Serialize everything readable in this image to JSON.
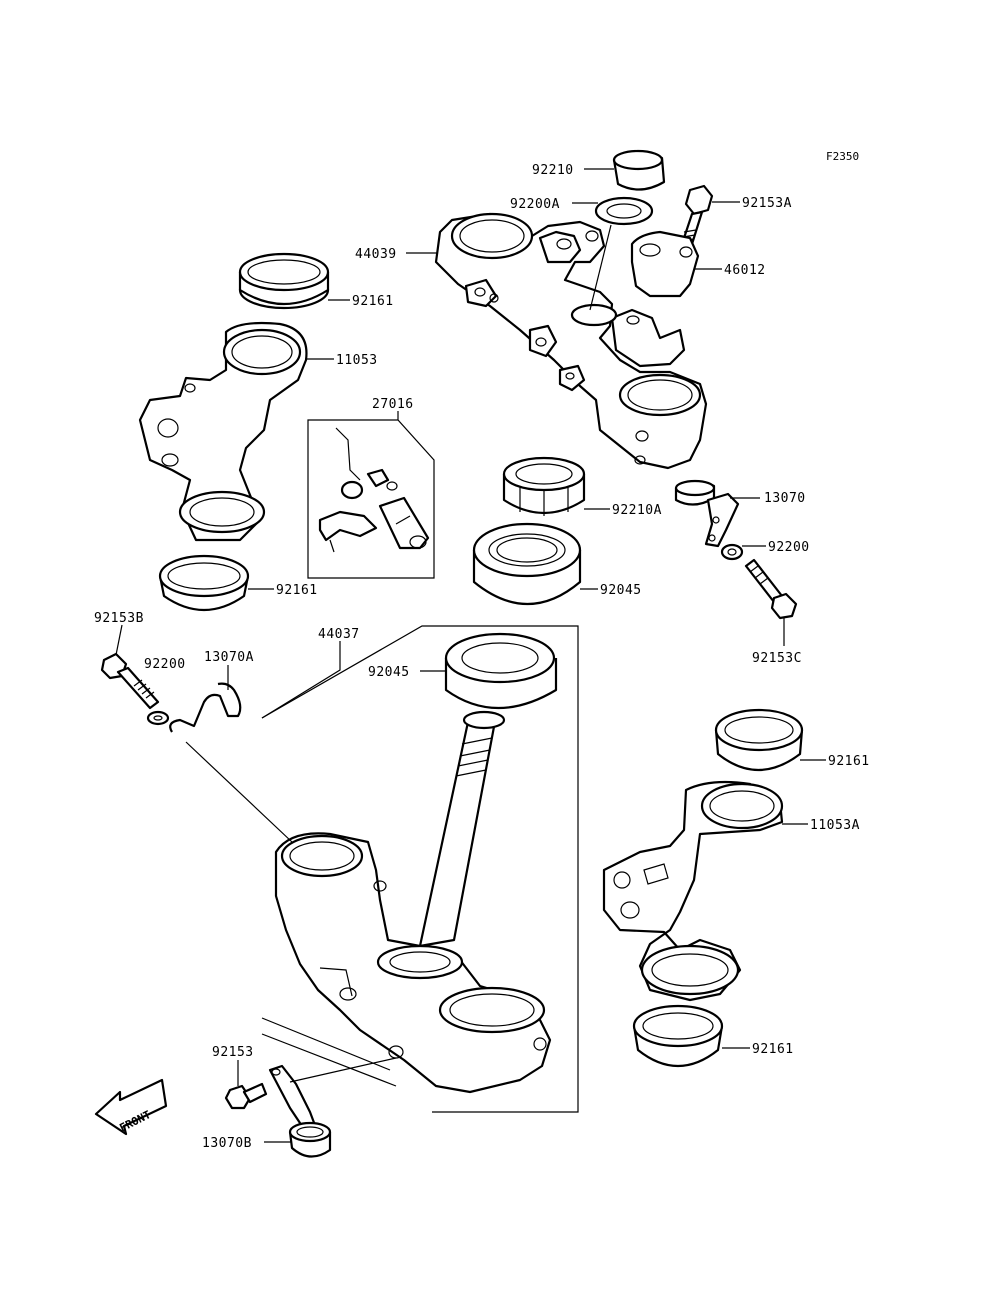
{
  "diagram": {
    "figure_code": "F2350",
    "front_label": "FRONT",
    "labels": {
      "p92210": "92210",
      "p92200A": "92200A",
      "p92153A": "92153A",
      "p44039": "44039",
      "p46012": "46012",
      "p92161_a": "92161",
      "p11053": "11053",
      "p27016": "27016",
      "p92210A": "92210A",
      "p13070": "13070",
      "p92200_r": "92200",
      "p92045_r": "92045",
      "p92161_b": "92161",
      "p92153B": "92153B",
      "p92200_l": "92200",
      "p13070A": "13070A",
      "p44037": "44037",
      "p92045_c": "92045",
      "p92153C": "92153C",
      "p92161_c": "92161",
      "p11053A": "11053A",
      "p92153": "92153",
      "p92161_d": "92161",
      "p13070B": "13070B"
    }
  }
}
